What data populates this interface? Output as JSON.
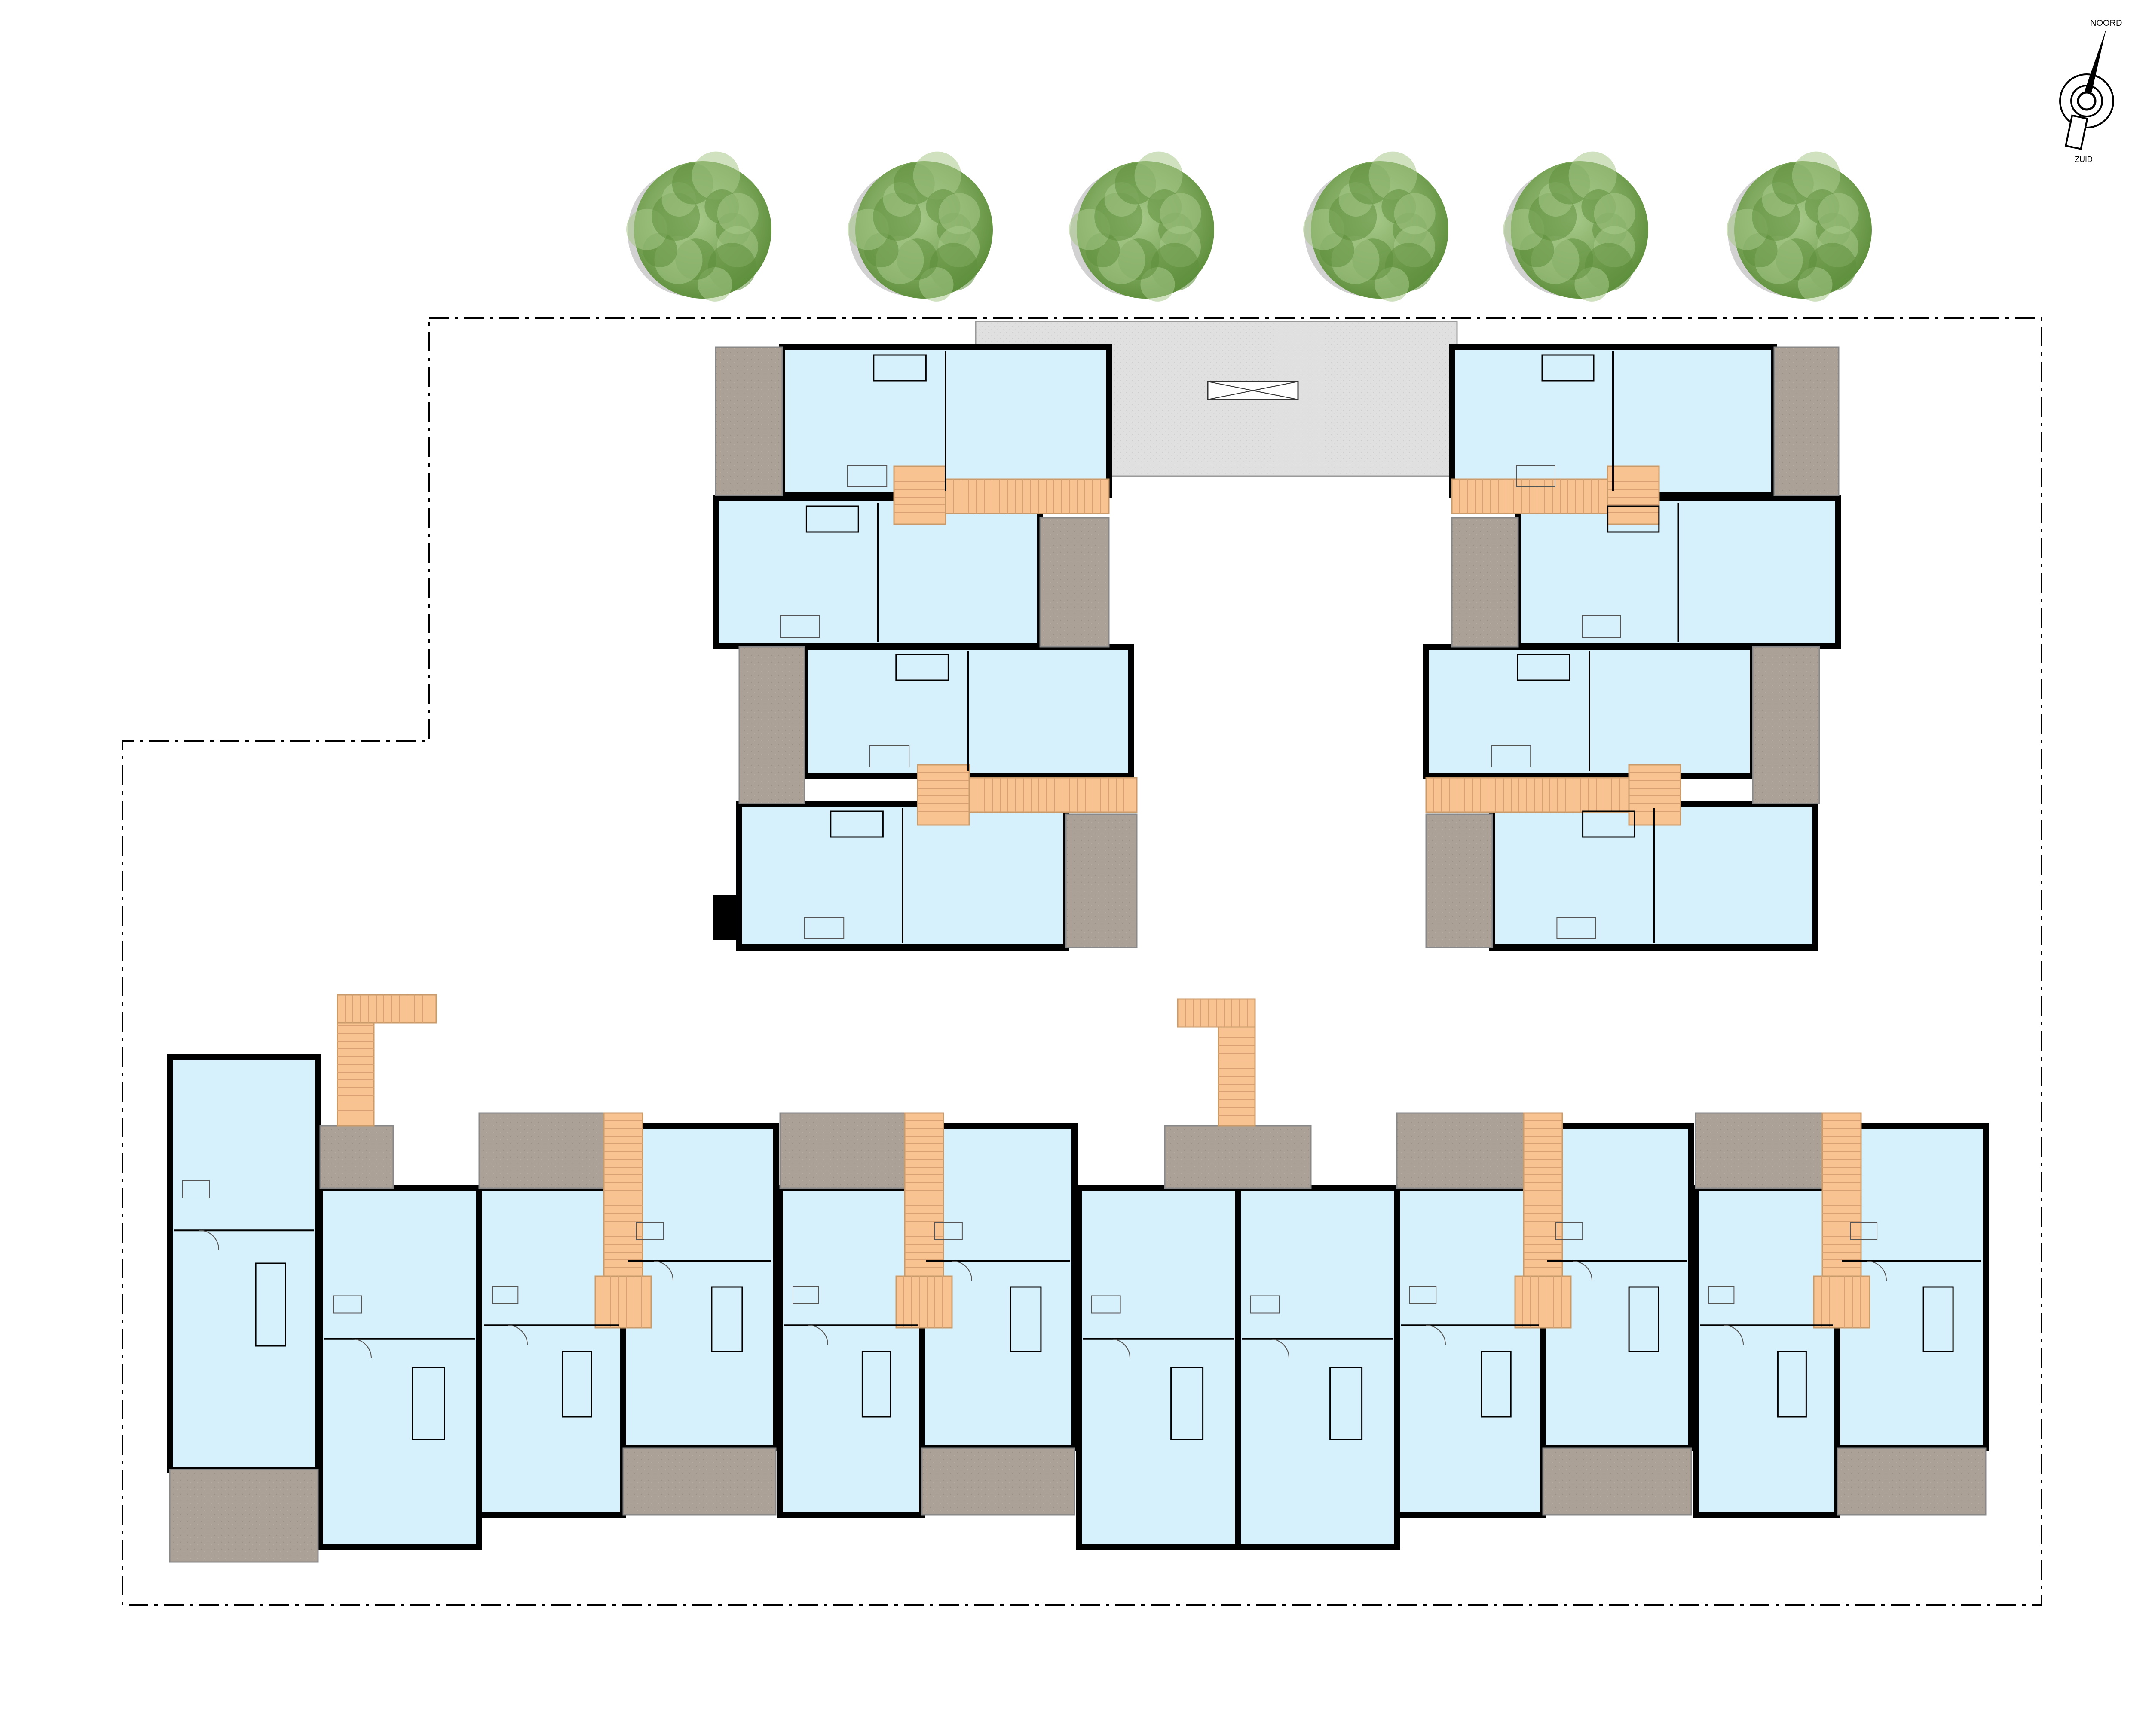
{
  "compass": {
    "north_label": "NOORD",
    "south_label": "ZUID",
    "icon": "compass-rose-icon"
  },
  "colors": {
    "unit": "#d6f1fb",
    "terrace": "#aca197",
    "stair": "#f9c391",
    "plaza": "#e0e0e0",
    "wall": "#000000",
    "tree_dark": "#5e8f3c",
    "tree_light": "#a7c98a"
  },
  "legend": {
    "trees_count": 6
  }
}
